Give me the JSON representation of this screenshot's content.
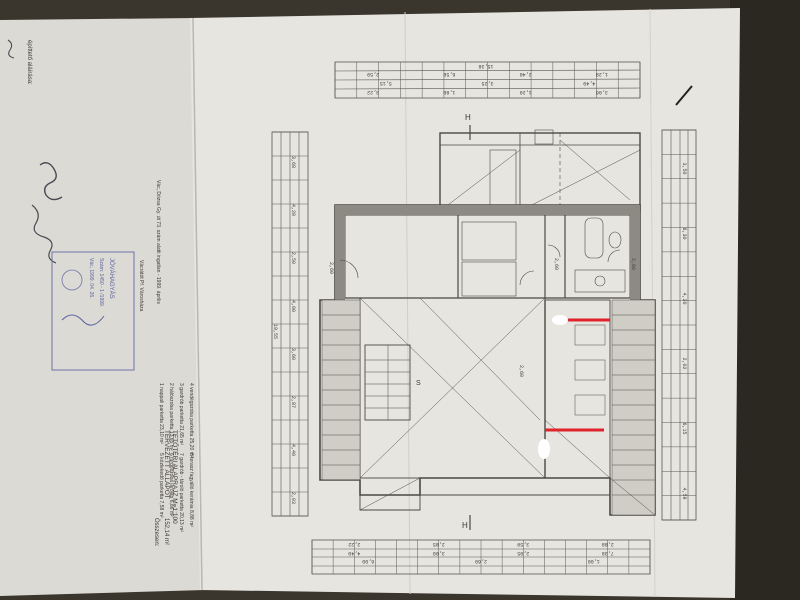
{
  "sheet": {
    "title_block": {
      "line1": "TERVEZETT ÁLLAPOT",
      "line2": "TETŐTÉRI ALAPRAJZ  M=1:100",
      "line3": "Vác, Dózsa Gy. út 73. szám alatti ingatlan - 1999. április"
    },
    "stamp": {
      "title": "JÓVÁHAGYÁS",
      "line1": "Szám: 1450 - 1 /1999.",
      "line2": "Vác, 1999. 04. 26.",
      "line3": "Vácrátót Pf. Városháza"
    },
    "owner_label": "építtető aláírása:",
    "rooms_heading": "Helyiségek",
    "rooms": [
      {
        "no": "1",
        "name": "nappali",
        "floor": "parketta",
        "area": "23,10 m²"
      },
      {
        "no": "2",
        "name": "hálószoba",
        "floor": "parketta",
        "area": "13,65 m²"
      },
      {
        "no": "3",
        "name": "gardrób",
        "floor": "parketta",
        "area": "21,65 m²"
      },
      {
        "no": "4",
        "name": "vendégszoba",
        "floor": "parketta",
        "area": "25,20 m²"
      },
      {
        "no": "5",
        "name": "közlekedő",
        "floor": "parketta",
        "area": "7,58 m²"
      },
      {
        "no": "6",
        "name": "fürdőszoba",
        "floor": "járólap",
        "area": "6,86 m²"
      },
      {
        "no": "7",
        "name": "gardrób - tároló",
        "floor": "parketta",
        "area": "20,13 m²"
      },
      {
        "no": "8",
        "name": "terasz",
        "floor": "fagyálló kerámia",
        "area": "8,88 m²"
      }
    ],
    "total_label": "Összesen:",
    "total_value": "152,14 m²",
    "dims_top_row1": [
      "15,38"
    ],
    "dims_top_row2": [
      "2,59",
      "6,58",
      "2,40",
      "1,28"
    ],
    "dims_top_row3": [
      "5,15",
      "3,25",
      "4,40"
    ],
    "dims_top_row4": [
      "3,22",
      "1,80",
      "1,20",
      "3,06"
    ],
    "dims_left": [
      "3,68",
      "4,20",
      "2,50",
      "4,00",
      "3,60",
      "2,87",
      "4,40",
      "2,03"
    ],
    "dims_left_total": "19,55",
    "dims_right": [
      "3,50",
      "6,30",
      "4,20",
      "2,02",
      "6,15",
      "4,59"
    ],
    "dims_bottom_row1": [
      "2,22",
      "2,85",
      "3,59",
      "2,88"
    ],
    "dims_bottom_row2": [
      "4,40",
      "3,00",
      "2,05",
      "7,38"
    ],
    "dims_bottom_row3": [
      "6,00",
      "2,60",
      "1,00"
    ],
    "section_marks": [
      "H",
      "H"
    ],
    "room_heights": [
      "2,60",
      "2,60",
      "2,60",
      "2,60"
    ],
    "stair_mark": "S"
  }
}
